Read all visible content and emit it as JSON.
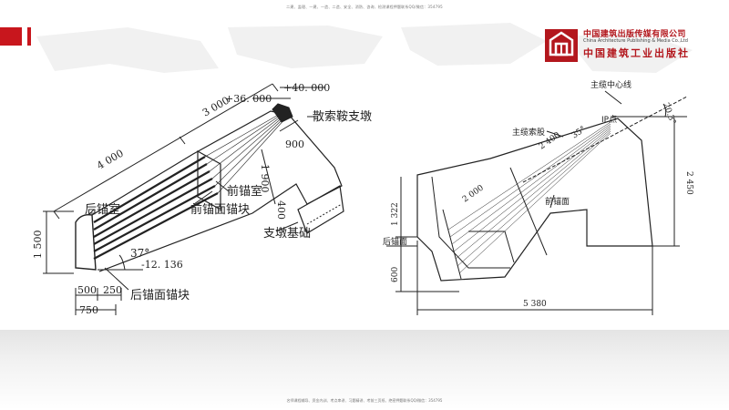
{
  "header_note": "二建、监理、一建、一造、二造、安全、消防、咨询、检测课程押题联系QQ/微信：354795",
  "footer_note": "名师课程辅导、资金内训、考点串讲、习题精讲、考前三页纸、绝密押题联系QQ/微信：354795",
  "brand": {
    "name_cn": "中国建筑出版传媒有限公司",
    "name_en": "China Architecture Publishing & Media Co.,Ltd",
    "name_calligraphy": "中国建筑工业出版社"
  },
  "left_figure": {
    "dim_4000": "4 000",
    "dim_3000": "3 000",
    "elev_40": "+40. 000",
    "elev_36": "+36. 000",
    "elev_neg12": "-12. 136",
    "angle": "37°",
    "dim_900a": "900",
    "dim_1900": "1 900",
    "dim_400": "400",
    "dim_1500": "1 500",
    "dim_500": "500",
    "dim_250": "250",
    "dim_750": "750",
    "label_scatter_saddle": "散索鞍支墩",
    "label_front_chamber": "前锚室",
    "label_front_block": "前锚面锚块",
    "label_rear_chamber": "后锚室",
    "label_pier_found": "支墩基础",
    "label_rear_block": "后锚面锚块"
  },
  "right_figure": {
    "label_center_line": "主缆中心线",
    "label_ip": "IP点",
    "angle_203": "20.3°",
    "label_strands": "主缆索股",
    "dim_2400": "2 400",
    "angle_35": "35°",
    "dim_2000": "2 000",
    "label_front_face": "前锚面",
    "dim_1322": "1 322",
    "label_rear_face": "后锚面",
    "dim_600": "600",
    "dim_2450": "2 450",
    "dim_5380": "5 380"
  }
}
